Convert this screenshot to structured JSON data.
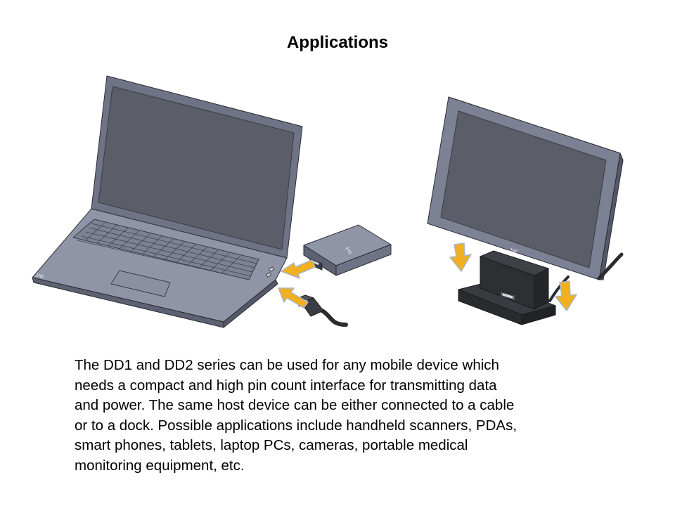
{
  "slide": {
    "title": "Applications",
    "body": "The DD1 and DD2 series can be used for any mobile device which\nneeds a compact and high pin count interface for transmitting data\nand power. The same host device can be either connected to a cable\nor to a dock. Possible applications include handheld scanners, PDAs,\nsmart phones, tablets, laptop PCs, cameras, portable medical\nmonitoring equipment, etc."
  },
  "illustration": {
    "brand_mark": "JAE",
    "colors": {
      "device_body": "#6e7386",
      "device_light": "#8f94a6",
      "screen": "#5b5e69",
      "dock": "#2f3033",
      "outline": "#2a2c33",
      "arrow_fill": "#f0b020",
      "arrow_stroke": "#a9b6c9"
    }
  }
}
